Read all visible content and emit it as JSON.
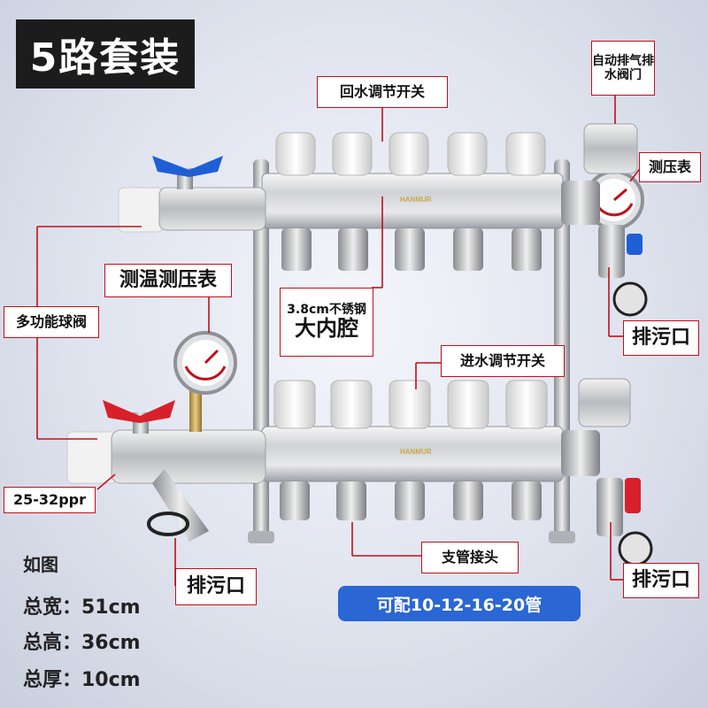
{
  "title": "5路套装",
  "labels": {
    "auto_vent": "自动排气排水阀门",
    "return_valve": "回水调节开关",
    "pressure_gauge": "测压表",
    "temp_pressure_gauge": "测温测压表",
    "multi_ball_valve": "多功能球阀",
    "stainless_line1": "3.8cm不锈钢",
    "stainless_line2": "大内腔",
    "supply_valve": "进水调节开关",
    "drain_top": "排污口",
    "drain_right": "排污口",
    "drain_left": "排污口",
    "pipe_size": "25-32ppr",
    "branch_joint": "支管接头"
  },
  "compat": "可配10-12-16-20管",
  "specs": {
    "caption": "如图",
    "width": "总宽：51cm",
    "height": "总高：36cm",
    "thickness": "总厚：10cm"
  },
  "brand": "HANMUR",
  "colors": {
    "label_border": "#c40d1a",
    "pill": "#2a66d4",
    "title_bg": "#1c1c1c",
    "handle_blue": "#1f5fd6",
    "handle_red": "#d8202a"
  }
}
